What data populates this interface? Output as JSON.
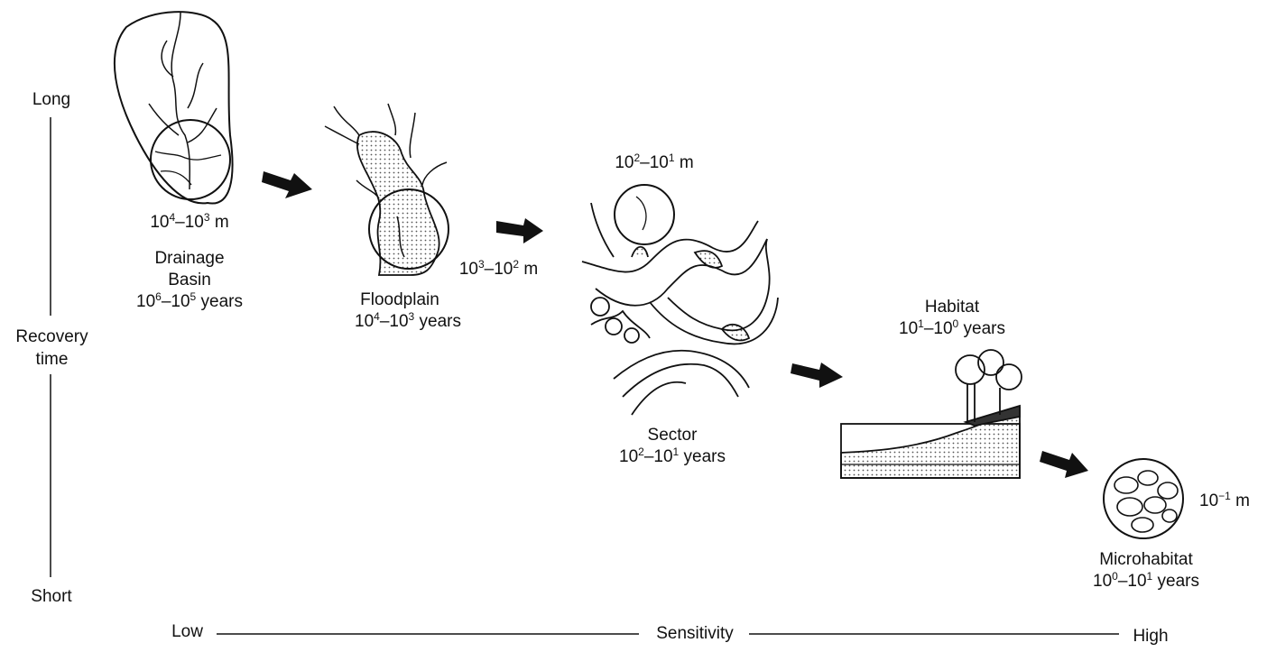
{
  "axes": {
    "y_top": "Long",
    "y_mid_1": "Recovery",
    "y_mid_2": "time",
    "y_bottom": "Short",
    "x_left": "Low",
    "x_mid": "Sensitivity",
    "x_right": "High"
  },
  "stages": {
    "drainage": {
      "scale": {
        "a": "10",
        "ea": "4",
        "b": "–10",
        "eb": "3",
        "unit": " m"
      },
      "name_1": "Drainage",
      "name_2": "Basin",
      "time": {
        "a": "10",
        "ea": "6",
        "b": "–10",
        "eb": "5",
        "unit": " years"
      }
    },
    "floodplain": {
      "scale": {
        "a": "10",
        "ea": "3",
        "b": "–10",
        "eb": "2",
        "unit": " m"
      },
      "name": "Floodplain",
      "time": {
        "a": "10",
        "ea": "4",
        "b": "–10",
        "eb": "3",
        "unit": " years"
      }
    },
    "sector": {
      "scale": {
        "a": "10",
        "ea": "2",
        "b": "–10",
        "eb": "1",
        "unit": " m"
      },
      "name": "Sector",
      "time": {
        "a": "10",
        "ea": "2",
        "b": "–10",
        "eb": "1",
        "unit": " years"
      }
    },
    "habitat": {
      "name": "Habitat",
      "time": {
        "a": "10",
        "ea": "1",
        "b": "–10",
        "eb": "0",
        "unit": " years"
      }
    },
    "microhabitat": {
      "scale": {
        "a": "10",
        "ea": "−1",
        "unit": " m"
      },
      "name": "Microhabitat",
      "time": {
        "a": "10",
        "ea": "0",
        "b": "–10",
        "eb": "1",
        "unit": " years"
      }
    }
  },
  "colors": {
    "ink": "#111111",
    "stipple": "#555555"
  }
}
